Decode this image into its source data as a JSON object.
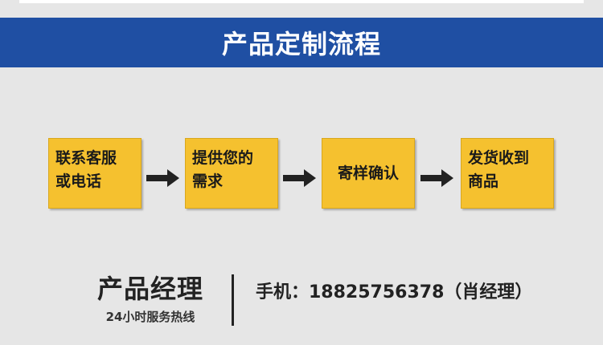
{
  "banner": {
    "title": "产品定制流程"
  },
  "steps": [
    {
      "line1": "联系客服",
      "line2": "或电话"
    },
    {
      "line1": "提供您的",
      "line2": "需求"
    },
    {
      "line1": "寄样确认"
    },
    {
      "line1": "发货收到",
      "line2": "商品"
    }
  ],
  "footer": {
    "title": "产品经理",
    "subtitle": "24小时服务热线",
    "contact": "手机：18825756378（肖经理）"
  },
  "colors": {
    "banner": "#1f4fa3",
    "step_fill": "#f5c12f",
    "background": "#e6e6e6",
    "arrow": "#222222"
  }
}
